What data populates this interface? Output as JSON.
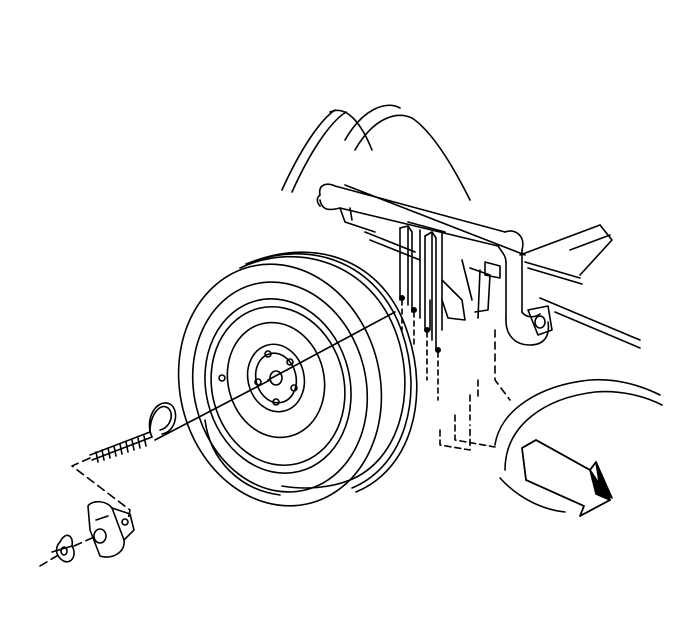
{
  "diagram": {
    "parts": [
      "spare-tire",
      "tire-carrier-crossmember",
      "mounting-bracket",
      "hook-bolt",
      "wing-nut",
      "retainer-plate",
      "vehicle-body",
      "front-arrow"
    ]
  }
}
